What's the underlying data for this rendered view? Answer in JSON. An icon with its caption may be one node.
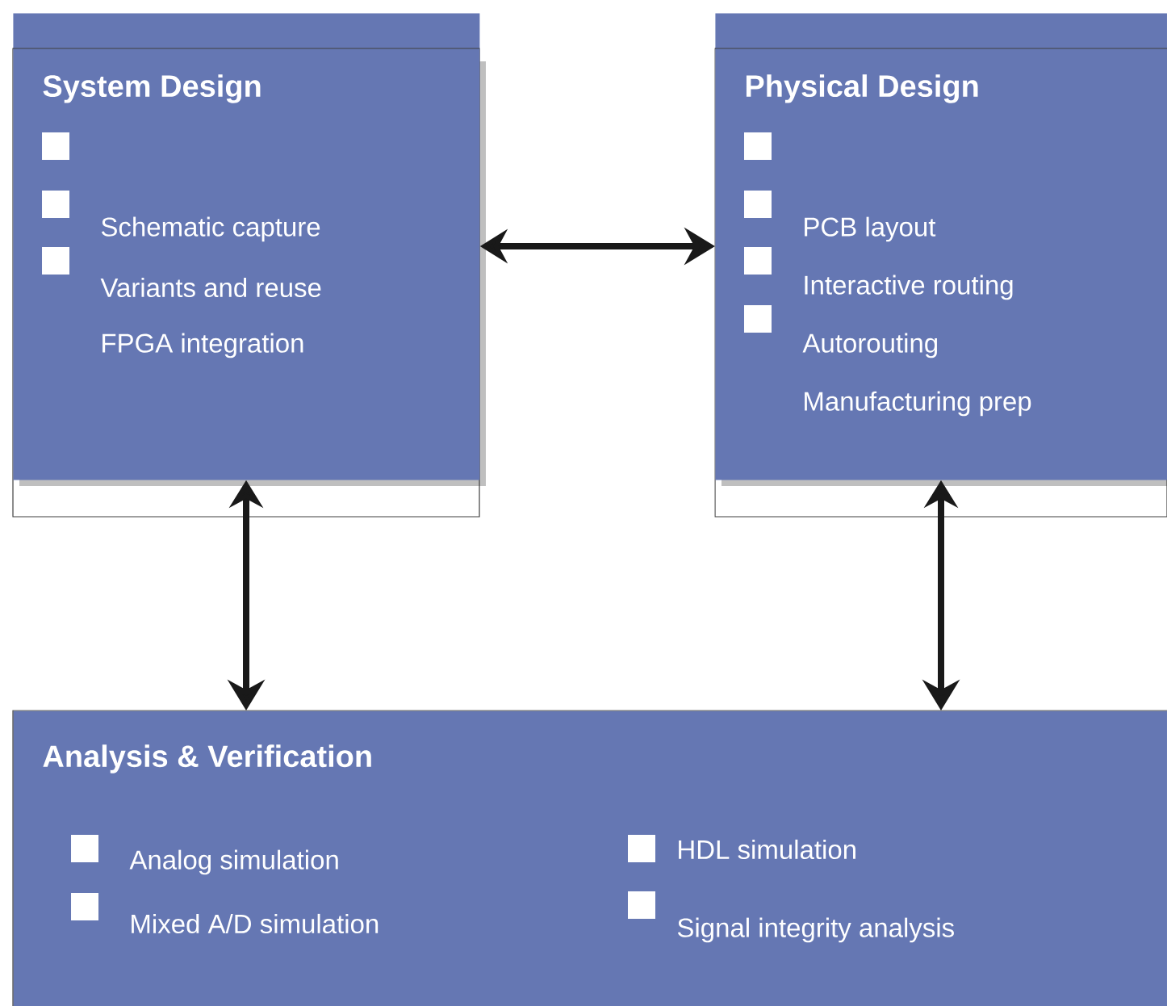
{
  "diagram": {
    "nodes": [
      {
        "text": [
          "System Design",
          "Schematic capture",
          "Variants and reuse",
          "FPGA integration"
        ]
      },
      {
        "text": [
          "Physical Design",
          "PCB layout",
          "Interactive routing",
          "Autorouting",
          "Manufacturing prep"
        ]
      },
      {
        "text": [
          "Analysis & Verification",
          "Analog simulation",
          "Mixed A/D simulation",
          "HDL simulation",
          "Signal integrity analysis"
        ]
      }
    ],
    "edges": [
      {
        "from": 0,
        "to": 1,
        "arrow": "both"
      },
      {
        "from": 0,
        "to": 2,
        "arrow": "both"
      },
      {
        "from": 1,
        "to": 2,
        "arrow": "both"
      }
    ]
  }
}
